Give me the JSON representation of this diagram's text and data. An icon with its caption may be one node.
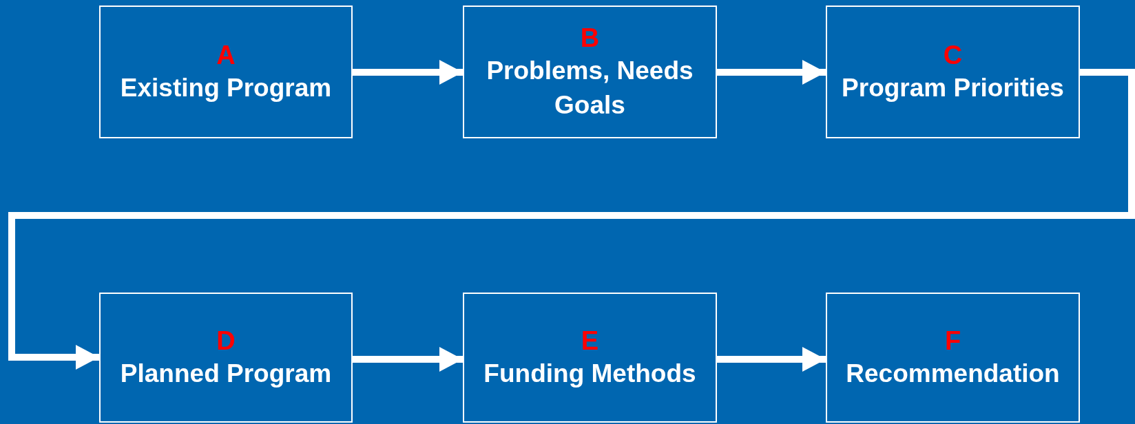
{
  "diagram": {
    "nodes": [
      {
        "text": [
          "A",
          "Existing Program"
        ]
      },
      {
        "text": [
          "B",
          "Problems, Needs Goals"
        ]
      },
      {
        "text": [
          "C",
          "Program Priorities"
        ]
      },
      {
        "text": [
          "D",
          "Planned Program"
        ]
      },
      {
        "text": [
          "E",
          "Funding Methods"
        ]
      },
      {
        "text": [
          "F",
          "Recommendation"
        ]
      }
    ],
    "edges": [
      {
        "from": 0,
        "to": 1,
        "arrow": "to"
      },
      {
        "from": 1,
        "to": 2,
        "arrow": "to"
      },
      {
        "from": 2,
        "to": 3,
        "arrow": "to"
      },
      {
        "from": 3,
        "to": 4,
        "arrow": "to"
      },
      {
        "from": 4,
        "to": 5,
        "arrow": "to"
      }
    ]
  }
}
